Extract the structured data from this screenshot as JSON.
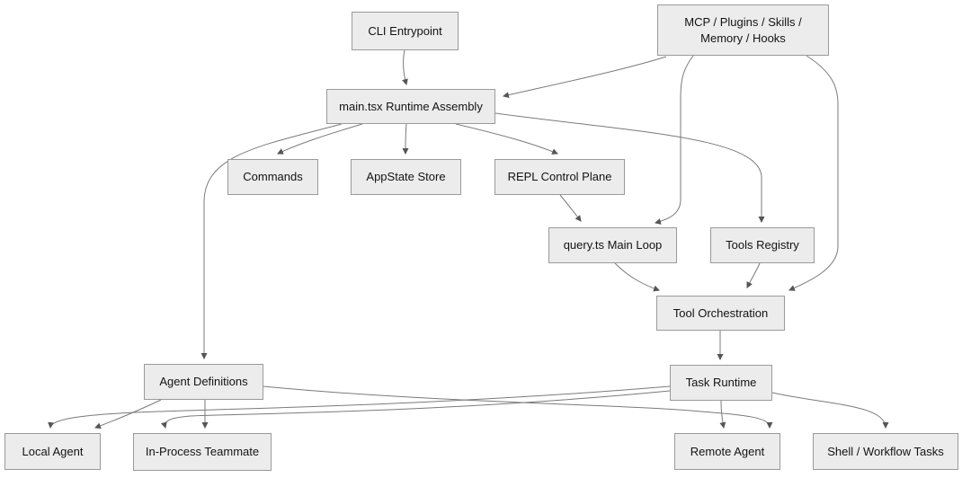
{
  "diagram": {
    "background_color": "#ffffff",
    "node_fill_color": "#ececec",
    "node_border_color": "#9a9a9a",
    "edge_color": "#7a7a7a",
    "arrowhead_color": "#555555",
    "text_color": "#131313",
    "nodes": [
      {
        "id": "cli",
        "label": "CLI Entrypoint"
      },
      {
        "id": "mcp",
        "label": "MCP / Plugins / Skills / Memory / Hooks",
        "lines": [
          "MCP / Plugins / Skills /",
          "Memory / Hooks"
        ]
      },
      {
        "id": "main",
        "label": "main.tsx Runtime Assembly"
      },
      {
        "id": "commands",
        "label": "Commands"
      },
      {
        "id": "appstate",
        "label": "AppState Store"
      },
      {
        "id": "repl",
        "label": "REPL Control Plane"
      },
      {
        "id": "query",
        "label": "query.ts Main Loop"
      },
      {
        "id": "toolsreg",
        "label": "Tools Registry"
      },
      {
        "id": "toolorch",
        "label": "Tool Orchestration"
      },
      {
        "id": "agentdefs",
        "label": "Agent Definitions"
      },
      {
        "id": "taskruntime",
        "label": "Task Runtime"
      },
      {
        "id": "localagent",
        "label": "Local Agent"
      },
      {
        "id": "inprocess",
        "label": "In-Process Teammate"
      },
      {
        "id": "remoteagent",
        "label": "Remote Agent"
      },
      {
        "id": "shell",
        "label": "Shell / Workflow Tasks"
      }
    ],
    "edges": [
      {
        "from": "cli",
        "to": "main"
      },
      {
        "from": "mcp",
        "to": "main"
      },
      {
        "from": "mcp",
        "to": "query"
      },
      {
        "from": "mcp",
        "to": "toolorch"
      },
      {
        "from": "main",
        "to": "commands"
      },
      {
        "from": "main",
        "to": "appstate"
      },
      {
        "from": "main",
        "to": "repl"
      },
      {
        "from": "main",
        "to": "toolsreg"
      },
      {
        "from": "main",
        "to": "agentdefs"
      },
      {
        "from": "repl",
        "to": "query"
      },
      {
        "from": "query",
        "to": "toolorch"
      },
      {
        "from": "toolsreg",
        "to": "toolorch"
      },
      {
        "from": "toolorch",
        "to": "taskruntime"
      },
      {
        "from": "agentdefs",
        "to": "localagent"
      },
      {
        "from": "agentdefs",
        "to": "inprocess"
      },
      {
        "from": "agentdefs",
        "to": "remoteagent"
      },
      {
        "from": "taskruntime",
        "to": "localagent"
      },
      {
        "from": "taskruntime",
        "to": "inprocess"
      },
      {
        "from": "taskruntime",
        "to": "remoteagent"
      },
      {
        "from": "taskruntime",
        "to": "shell"
      }
    ]
  }
}
